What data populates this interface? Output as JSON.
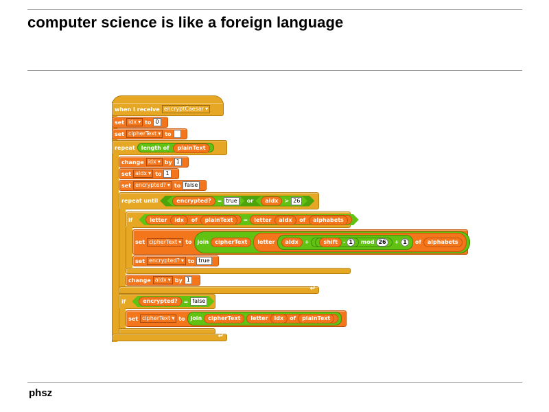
{
  "slide": {
    "title": "computer science is like a foreign language",
    "footer": "phsz"
  },
  "colors": {
    "control": "#e6a824",
    "variables": "#f3761d",
    "operators": "#62c213"
  },
  "script": {
    "hat": {
      "label": "when I receive",
      "message": "encryptCaesar"
    },
    "set_idx": {
      "label": "set",
      "var": "idx",
      "to": "to",
      "value": "0"
    },
    "set_cipher": {
      "label": "set",
      "var": "cipherText",
      "to": "to",
      "value": ""
    },
    "repeat": {
      "label": "repeat",
      "length_of": "length of",
      "reporter": "plainText"
    },
    "change_idx": {
      "label": "change",
      "var": "idx",
      "by": "by",
      "value": "1"
    },
    "set_aidx": {
      "label": "set",
      "var": "aIdx",
      "to": "to",
      "value": "1"
    },
    "set_enc": {
      "label": "set",
      "var": "encrypted?",
      "to": "to",
      "value": "false"
    },
    "repeat_until": {
      "label": "repeat until",
      "left_reporter": "encrypted?",
      "eq": "=",
      "left_value": "true",
      "or": "or",
      "right_reporter": "aIdx",
      "gt": ">",
      "right_value": "26"
    },
    "if1": {
      "label": "if",
      "letter": "letter",
      "idx": "idx",
      "of": "of",
      "plainText": "plainText",
      "eq": "=",
      "letter2": "letter",
      "aIdx": "aIdx",
      "of2": "of",
      "alphabets": "alphabets"
    },
    "set_cipher2": {
      "label": "set",
      "var": "cipherText",
      "to": "to",
      "join": "join",
      "cipherText": "cipherText",
      "letter": "letter",
      "aIdx": "aIdx",
      "plus": "+",
      "shift": "shift",
      "minus": "-",
      "one": "1",
      "mod": "mod",
      "twentysix": "26",
      "plus2": "+",
      "one2": "1",
      "of": "of",
      "alphabets": "alphabets"
    },
    "set_enc_true": {
      "label": "set",
      "var": "encrypted?",
      "to": "to",
      "value": "true"
    },
    "change_aidx": {
      "label": "change",
      "var": "aIdx",
      "by": "by",
      "value": "1"
    },
    "if2": {
      "label": "if",
      "reporter": "encrypted?",
      "eq": "=",
      "value": "false"
    },
    "set_cipher3": {
      "label": "set",
      "var": "cipherText",
      "to": "to",
      "join": "join",
      "cipherText": "cipherText",
      "letter": "letter",
      "idx": "idx",
      "of": "of",
      "plainText": "plainText"
    }
  }
}
